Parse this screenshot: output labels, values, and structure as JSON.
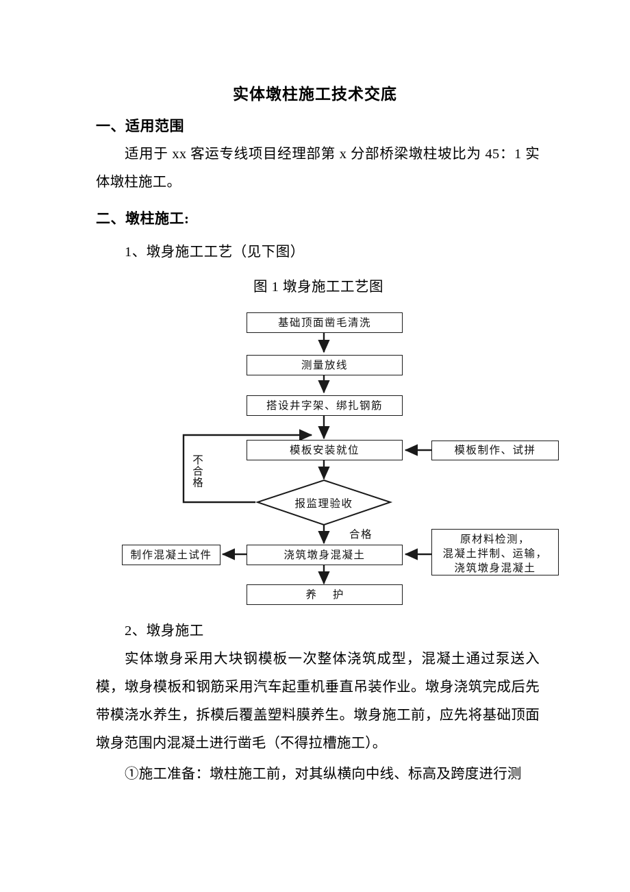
{
  "document": {
    "title": "实体墩柱施工技术交底",
    "sections": [
      {
        "heading": "一、适用范围"
      },
      {
        "heading": "二、墩柱施工:"
      }
    ],
    "paragraph_scope": "适用于 xx 客运专线项目经理部第 x 分部桥梁墩柱坡比为 45：1 实体墩柱施工。",
    "subheading_process": "1、墩身施工工艺（见下图）",
    "figure_caption": "图 1    墩身施工工艺图",
    "subheading_construction": "2、墩身施工",
    "paragraph_construction": "实体墩身采用大块钢模板一次整体浇筑成型，混凝土通过泵送入模，墩身模板和钢筋采用汽车起重机垂直吊装作业。墩身浇筑完成后先带模浇水养生，拆模后覆盖塑料膜养生。墩身施工前，应先将基础顶面墩身范围内混凝土进行凿毛（不得拉槽施工）。",
    "paragraph_prep": "①施工准备：墩柱施工前，对其纵横向中线、标高及跨度进行测"
  },
  "flowchart": {
    "title": "墩身施工工艺图",
    "nodes": {
      "n1": "基础顶面凿毛清洗",
      "n2": "测量放线",
      "n3": "搭设井字架、绑扎钢筋",
      "n4": "模板安装就位",
      "n5_decision": "报监理验收",
      "n6": "浇筑墩身混凝土",
      "n7": "养  护",
      "side_formwork": "模板制作、试拼",
      "side_material_l1": "原材料检测，",
      "side_material_l2": "混凝土拌制、运输，",
      "side_material_l3": "浇筑墩身混凝土",
      "side_sample": "制作混凝土试件"
    },
    "edge_labels": {
      "fail": "不合格",
      "pass": "合格"
    },
    "colors": {
      "line": "#1a1a1a",
      "background": "#ffffff"
    }
  }
}
